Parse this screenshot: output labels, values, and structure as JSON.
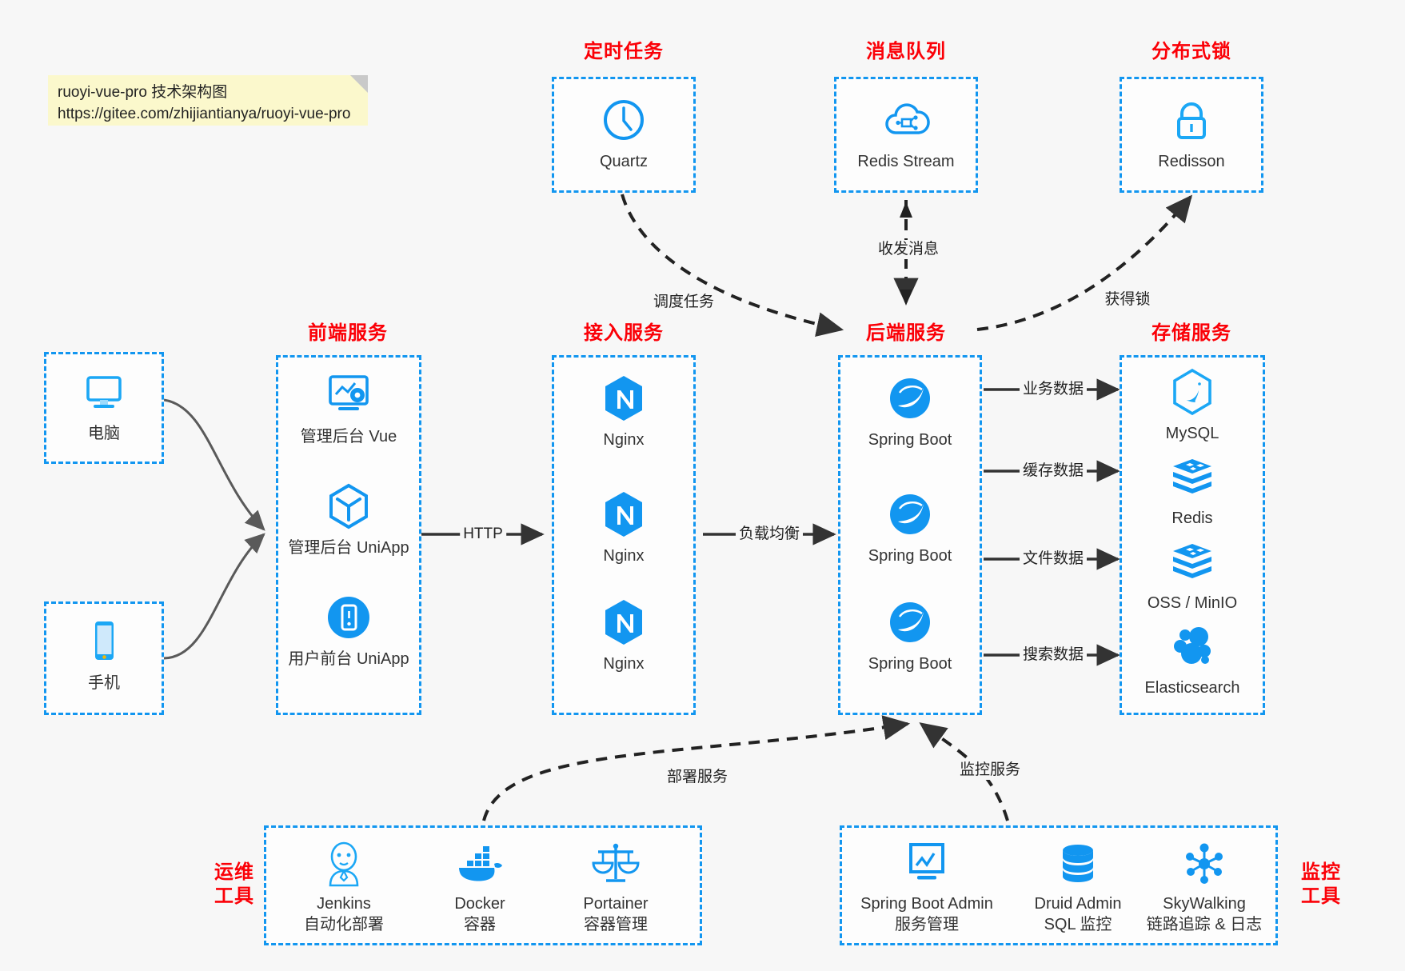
{
  "note": {
    "line1": "ruoyi-vue-pro 技术架构图",
    "line2": "https://gitee.com/zhijiantianya/ruoyi-vue-pro"
  },
  "colors": {
    "accent_blue": "#1296f0",
    "title_red": "#fb0007",
    "background": "#f7f7f7",
    "note_yellow": "#fbf8cc",
    "edge_dark": "#333333",
    "edge_gray": "#5a5a5a"
  },
  "groups": {
    "scheduler": {
      "title": "定时任务",
      "nodes": [
        {
          "label": "Quartz",
          "icon": "clock-icon"
        }
      ]
    },
    "mq": {
      "title": "消息队列",
      "nodes": [
        {
          "label": "Redis Stream",
          "icon": "cloud-stream-icon"
        }
      ]
    },
    "lock": {
      "title": "分布式锁",
      "nodes": [
        {
          "label": "Redisson",
          "icon": "lock-icon"
        }
      ]
    },
    "devices": {
      "nodes": [
        {
          "label": "电脑",
          "icon": "desktop-icon"
        },
        {
          "label": "手机",
          "icon": "mobile-icon"
        }
      ]
    },
    "frontend": {
      "title": "前端服务",
      "nodes": [
        {
          "label": "管理后台 Vue",
          "icon": "dashboard-gear-icon"
        },
        {
          "label": "管理后台 UniApp",
          "icon": "hexagon-cube-icon"
        },
        {
          "label": "用户前台 UniApp",
          "icon": "app-circle-icon"
        }
      ]
    },
    "gateway": {
      "title": "接入服务",
      "nodes": [
        {
          "label": "Nginx",
          "icon": "nginx-icon"
        },
        {
          "label": "Nginx",
          "icon": "nginx-icon"
        },
        {
          "label": "Nginx",
          "icon": "nginx-icon"
        }
      ]
    },
    "backend": {
      "title": "后端服务",
      "nodes": [
        {
          "label": "Spring Boot",
          "icon": "spring-boot-icon"
        },
        {
          "label": "Spring Boot",
          "icon": "spring-boot-icon"
        },
        {
          "label": "Spring Boot",
          "icon": "spring-boot-icon"
        }
      ]
    },
    "storage": {
      "title": "存储服务",
      "nodes": [
        {
          "label": "MySQL",
          "icon": "mysql-icon"
        },
        {
          "label": "Redis",
          "icon": "redis-icon"
        },
        {
          "label": "OSS / MinIO",
          "icon": "redis-icon"
        },
        {
          "label": "Elasticsearch",
          "icon": "elasticsearch-icon"
        }
      ]
    },
    "devops": {
      "title": "运维\n工具",
      "title_line1": "运维",
      "title_line2": "工具",
      "nodes": [
        {
          "label": "Jenkins",
          "sub": "自动化部署",
          "icon": "jenkins-icon"
        },
        {
          "label": "Docker",
          "sub": "容器",
          "icon": "docker-icon"
        },
        {
          "label": "Portainer",
          "sub": "容器管理",
          "icon": "scales-icon"
        }
      ]
    },
    "monitor": {
      "title_line1": "监控",
      "title_line2": "工具",
      "nodes": [
        {
          "label": "Spring Boot Admin",
          "sub": "服务管理",
          "icon": "monitor-chart-icon"
        },
        {
          "label": "Druid Admin",
          "sub": "SQL 监控",
          "icon": "database-icon"
        },
        {
          "label": "SkyWalking",
          "sub": "链路追踪 & 日志",
          "icon": "skywalking-icon"
        }
      ]
    }
  },
  "edges": [
    {
      "id": "http",
      "label": "HTTP"
    },
    {
      "id": "loadbalance",
      "label": "负载均衡"
    },
    {
      "id": "schedule",
      "label": "调度任务"
    },
    {
      "id": "messaging",
      "label": "收发消息"
    },
    {
      "id": "acquire-lock",
      "label": "获得锁"
    },
    {
      "id": "business-data",
      "label": "业务数据"
    },
    {
      "id": "cache-data",
      "label": "缓存数据"
    },
    {
      "id": "file-data",
      "label": "文件数据"
    },
    {
      "id": "search-data",
      "label": "搜索数据"
    },
    {
      "id": "deploy-service",
      "label": "部署服务"
    },
    {
      "id": "monitor-service",
      "label": "监控服务"
    }
  ]
}
